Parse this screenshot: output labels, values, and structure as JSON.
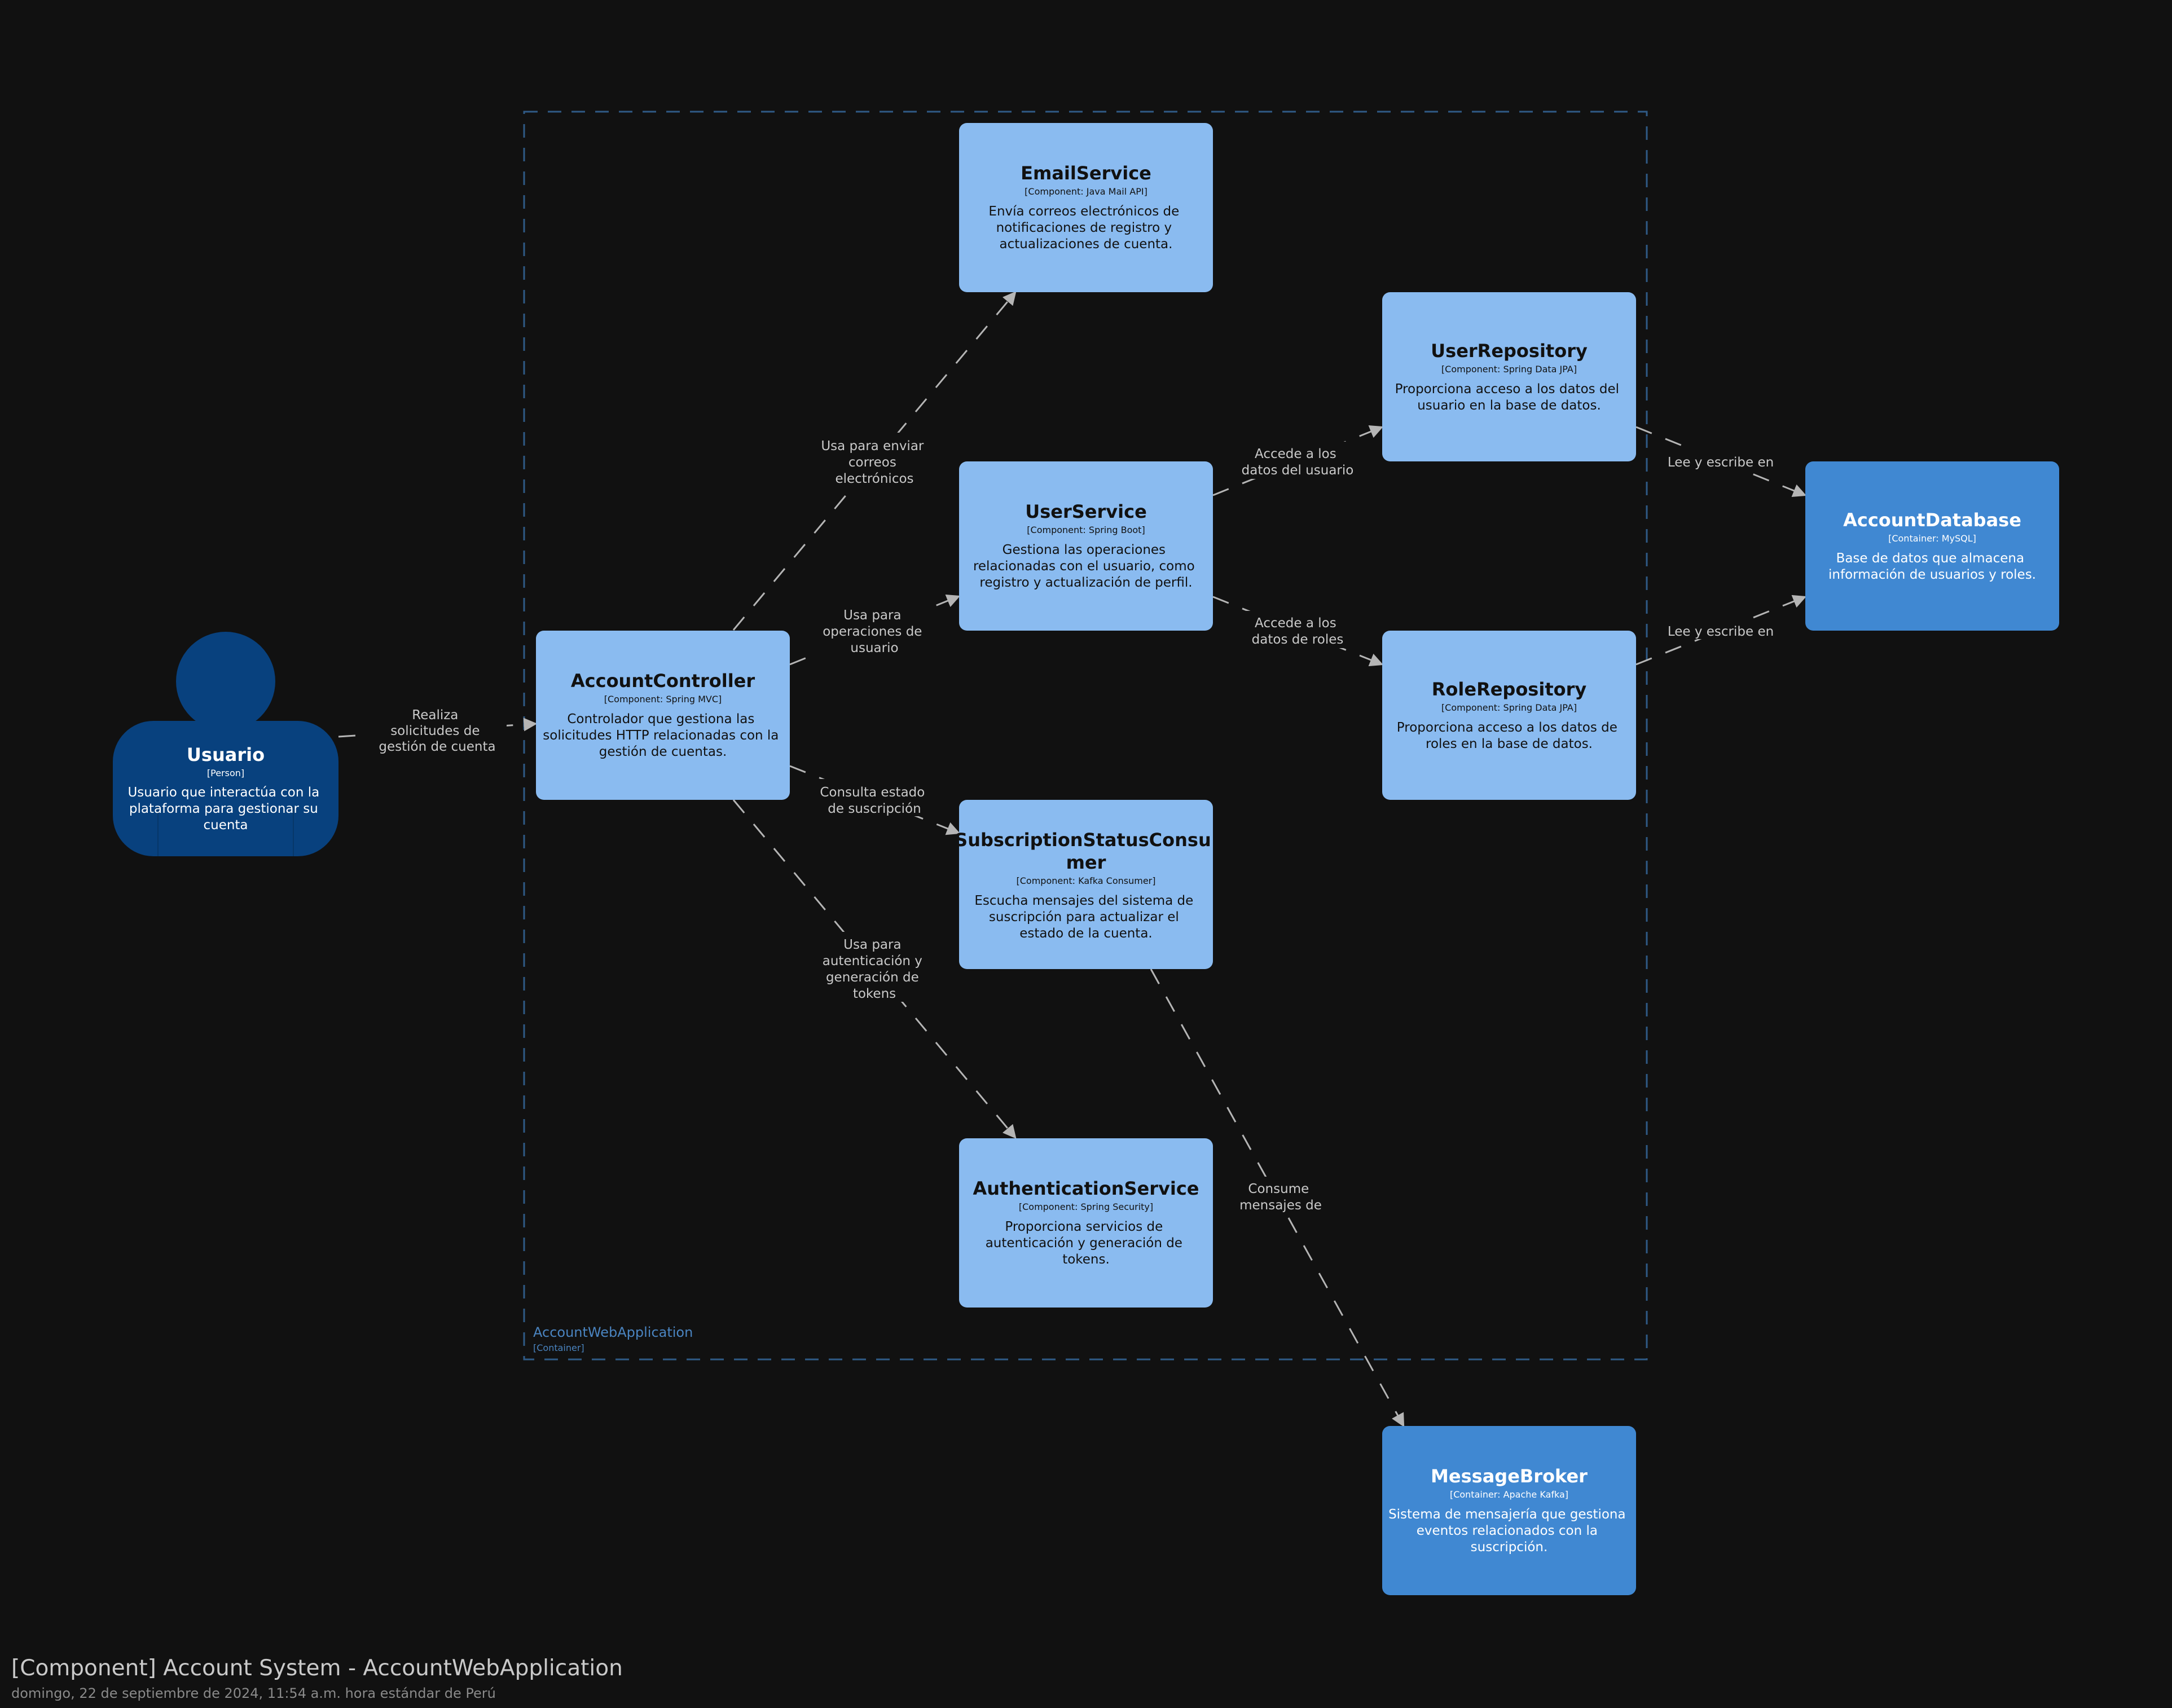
{
  "boundary": {
    "name": "AccountWebApplication",
    "type": "[Container]"
  },
  "person": {
    "name": "Usuario",
    "type": "[Person]",
    "desc": [
      "Usuario que interactúa con la",
      "plataforma para gestionar su",
      "cuenta"
    ]
  },
  "nodes": {
    "email_service": {
      "name": "EmailService",
      "type": "[Component: Java Mail API]",
      "desc": [
        "Envía correos electrónicos de",
        "notificaciones de registro y",
        "actualizaciones de cuenta."
      ]
    },
    "user_repository": {
      "name": "UserRepository",
      "type": "[Component: Spring Data JPA]",
      "desc": [
        "Proporciona acceso a los datos del",
        "usuario en la base de datos."
      ]
    },
    "user_service": {
      "name": "UserService",
      "type": "[Component: Spring Boot]",
      "desc": [
        "Gestiona las operaciones",
        "relacionadas con el usuario, como",
        "registro y actualización de perfil."
      ]
    },
    "account_database": {
      "name": "AccountDatabase",
      "type": "[Container: MySQL]",
      "desc": [
        "Base de datos que almacena",
        "información de usuarios y roles."
      ]
    },
    "account_controller": {
      "name": "AccountController",
      "type": "[Component: Spring MVC]",
      "desc": [
        "Controlador que gestiona las",
        "solicitudes HTTP relacionadas con la",
        "gestión de cuentas."
      ]
    },
    "role_repository": {
      "name": "RoleRepository",
      "type": "[Component: Spring Data JPA]",
      "desc": [
        "Proporciona acceso a los datos de",
        "roles en la base de datos."
      ]
    },
    "subscription_consumer": {
      "name": [
        "SubscriptionStatusConsu",
        "mer"
      ],
      "type": "[Component: Kafka Consumer]",
      "desc": [
        "Escucha mensajes del sistema de",
        "suscripción para actualizar el",
        "estado de la cuenta."
      ]
    },
    "authentication_service": {
      "name": "AuthenticationService",
      "type": "[Component: Spring Security]",
      "desc": [
        "Proporciona servicios de",
        "autenticación y generación de",
        "tokens."
      ]
    },
    "message_broker": {
      "name": "MessageBroker",
      "type": "[Container: Apache Kafka]",
      "desc": [
        "Sistema de mensajería que gestiona",
        "eventos relacionados con la",
        "suscripción."
      ]
    }
  },
  "relationships": {
    "person_controller": [
      "Realiza",
      "solicitudes de",
      "gestión de cuenta"
    ],
    "controller_email": [
      "Usa para enviar",
      "correos",
      "electrónicos"
    ],
    "controller_user": [
      "Usa para",
      "operaciones de",
      "usuario"
    ],
    "controller_subscription": [
      "Consulta estado",
      "de suscripción"
    ],
    "controller_auth": [
      "Usa para",
      "autenticación y",
      "generación de",
      "tokens"
    ],
    "user_userrepo": [
      "Accede a los",
      "datos del usuario"
    ],
    "user_rolerepo": [
      "Accede a los",
      "datos de roles"
    ],
    "userrepo_db": [
      "Lee y escribe en"
    ],
    "rolerepo_db": [
      "Lee y escribe en"
    ],
    "subscription_broker": [
      "Consume",
      "mensajes de"
    ]
  },
  "footer": {
    "title": "[Component] Account System - AccountWebApplication",
    "date": "domingo, 22 de septiembre de 2024, 11:54 a.m. hora estándar de Perú"
  },
  "colors": {
    "background": "#111111",
    "component": "#8abbf0",
    "container": "#4088d2",
    "person": "#08417e",
    "boundary": "#2f5a86",
    "arrow": "#b5b5b5"
  }
}
